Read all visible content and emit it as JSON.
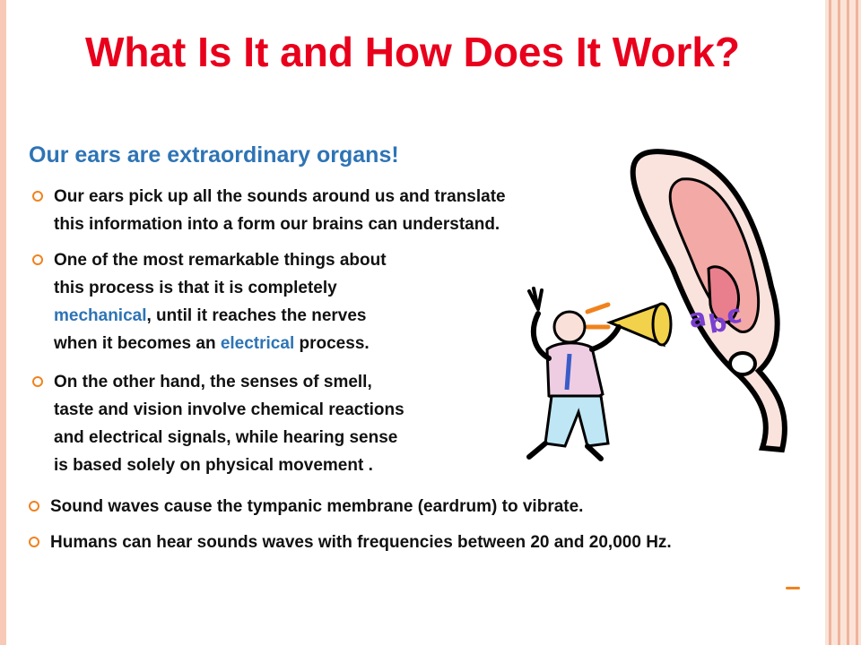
{
  "slide": {
    "title": "What Is It and How Does It Work?",
    "subtitle": "Our ears are extraordinary organs!",
    "bullets": [
      {
        "lines": [
          "Our ears pick up all the sounds around us and translate",
          "this information into a form our brains can understand."
        ]
      },
      {
        "line1": "One of the most remarkable things about",
        "line2": "this process is that it is completely",
        "line3_highlight": "mechanical",
        "line3_rest": ", until it reaches the nerves",
        "line4_pre": "when it becomes an ",
        "line4_highlight": "electrical",
        "line4_post": " process."
      },
      {
        "lines": [
          "On the other hand, the senses of smell,",
          "taste and vision involve chemical reactions",
          "and electrical signals, while hearing sense",
          "is based solely on physical movement ."
        ]
      },
      {
        "lines": [
          "Sound waves cause the tympanic membrane (eardrum) to vibrate."
        ]
      },
      {
        "lines": [
          "Humans can hear sounds waves with frequencies between 20 and 20,000 Hz."
        ]
      }
    ],
    "illustration": {
      "letters": "abc",
      "icon": "ear-megaphone-illustration"
    },
    "colors": {
      "title": "#e8001c",
      "subtitle": "#2e74b5",
      "highlight": "#2e74b5",
      "bullet": "#f0821e"
    }
  }
}
